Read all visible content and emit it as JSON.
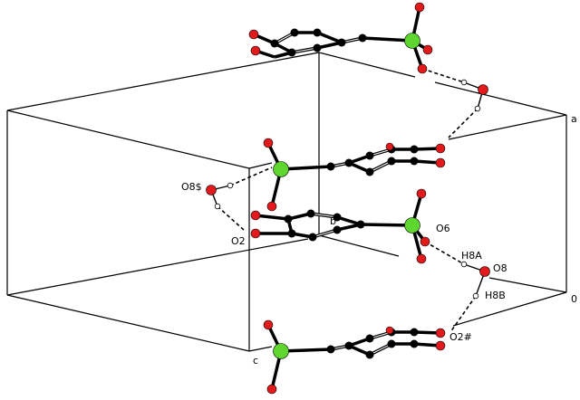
{
  "labels": {
    "a": "a",
    "b": "b",
    "c": "c",
    "origin": "0",
    "o8s": "O8$",
    "o2": "O2",
    "o6": "O6",
    "h8a": "H8A",
    "o8": "O8",
    "h8b": "H8B",
    "o2h": "O2#"
  },
  "colors": {
    "background": "#ffffff",
    "cell_line": "#000000",
    "bond": "#000000",
    "carbon": "#000000",
    "oxygen": "#e31a1c",
    "phosphorus": "#5fd62e",
    "hydrogen": "#ffffff",
    "hbond": "#000000"
  },
  "atom_types": [
    "carbon",
    "oxygen",
    "phosphorus",
    "hydrogen"
  ]
}
